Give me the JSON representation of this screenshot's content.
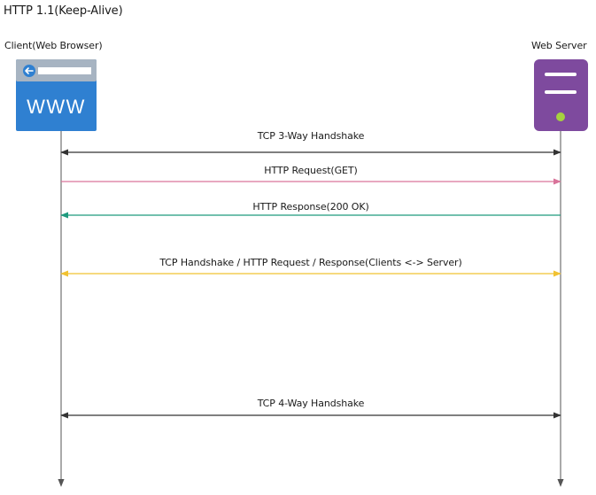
{
  "title": "HTTP 1.1(Keep-Alive)",
  "client": {
    "label": "Client(Web Browser)",
    "icon": "browser-window-icon",
    "icon_text": "WWW"
  },
  "server": {
    "label": "Web Server",
    "icon": "server-icon"
  },
  "messages": [
    {
      "label": "TCP 3-Way Handshake",
      "direction": "both",
      "color": "#333333"
    },
    {
      "label": "HTTP Request(GET)",
      "direction": "client-to-server",
      "color": "#d9739a"
    },
    {
      "label": "HTTP Response(200 OK)",
      "direction": "server-to-client",
      "color": "#1f9a7e"
    },
    {
      "label": "TCP Handshake / HTTP Request / Response(Clients <-> Server)",
      "direction": "both",
      "color": "#f1c232"
    },
    {
      "label": "TCP 4-Way Handshake",
      "direction": "both",
      "color": "#333333"
    }
  ],
  "colors": {
    "browser_blue": "#2f80d1",
    "browser_bar": "#a7b4c2",
    "server_purple": "#7e4a9e",
    "server_dot": "#a6d13f",
    "lifeline": "#555555"
  }
}
